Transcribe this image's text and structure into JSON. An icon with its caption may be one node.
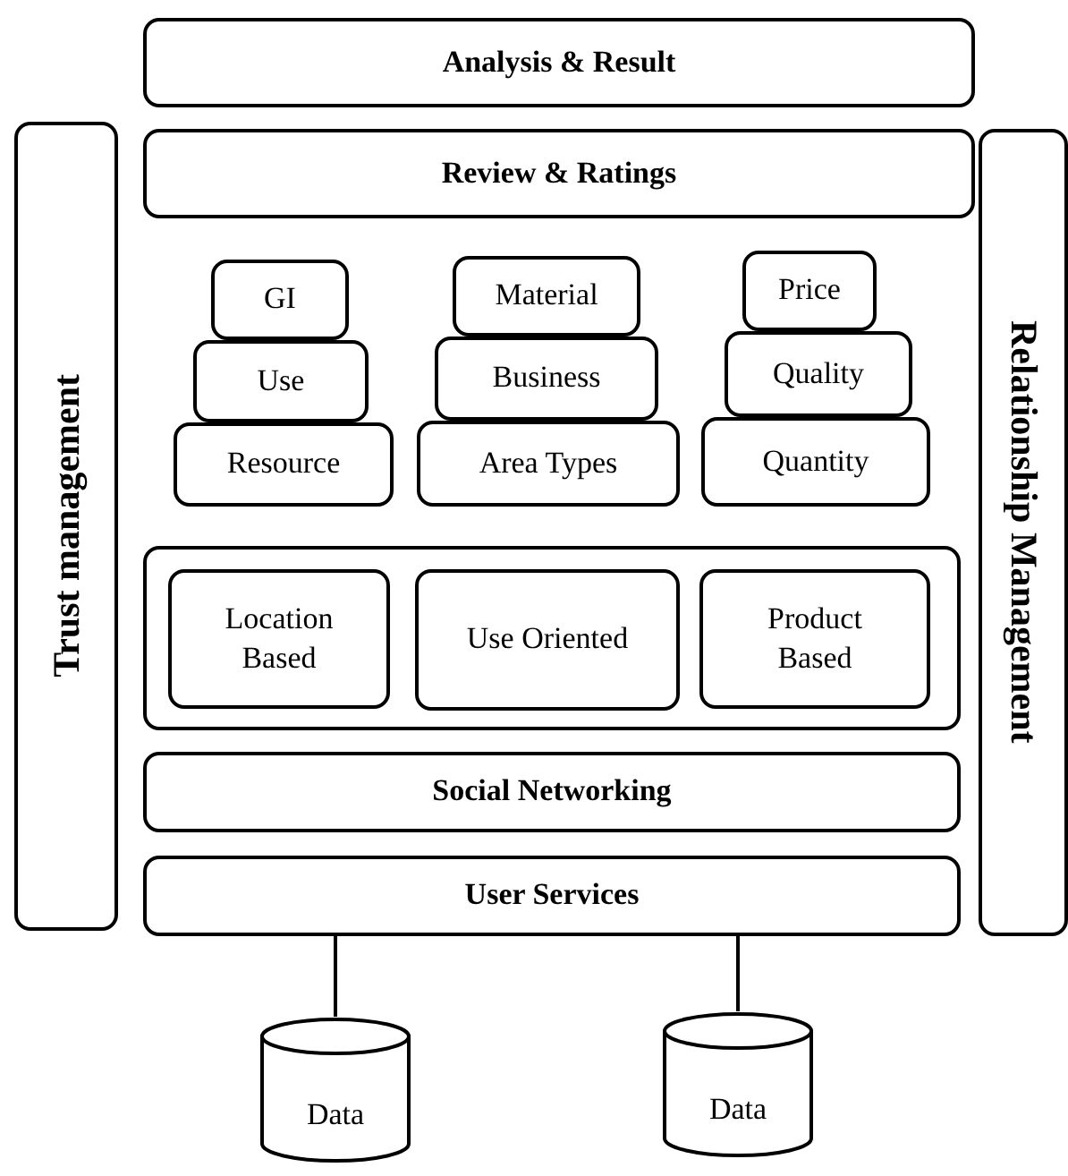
{
  "diagram": {
    "nodes": [
      {
        "text": [
          "Analysis & Result"
        ]
      },
      {
        "text": [
          "Review & Ratings"
        ]
      },
      {
        "text": [
          "GI"
        ]
      },
      {
        "text": [
          "Use"
        ]
      },
      {
        "text": [
          "Resource"
        ]
      },
      {
        "text": [
          "Material"
        ]
      },
      {
        "text": [
          "Business"
        ]
      },
      {
        "text": [
          "Area Types"
        ]
      },
      {
        "text": [
          "Price"
        ]
      },
      {
        "text": [
          "Quality"
        ]
      },
      {
        "text": [
          "Quantity"
        ]
      },
      {
        "text": [],
        "shape": "box"
      },
      {
        "text": [
          "Location Based"
        ],
        "in": 11
      },
      {
        "text": [
          "Use Oriented"
        ],
        "in": 11
      },
      {
        "text": [
          "Product Based"
        ],
        "in": 11
      },
      {
        "text": [
          "Social Networking"
        ]
      },
      {
        "text": [
          "User Services"
        ]
      },
      {
        "text": [
          "Trust management"
        ]
      },
      {
        "text": [
          "Relationship Management"
        ]
      },
      {
        "text": [
          "Data"
        ]
      },
      {
        "text": [
          "Data"
        ]
      }
    ],
    "edges": [
      {
        "from": 16,
        "to": 19,
        "arrow": "none"
      },
      {
        "from": 16,
        "to": 20,
        "arrow": "none"
      }
    ]
  }
}
